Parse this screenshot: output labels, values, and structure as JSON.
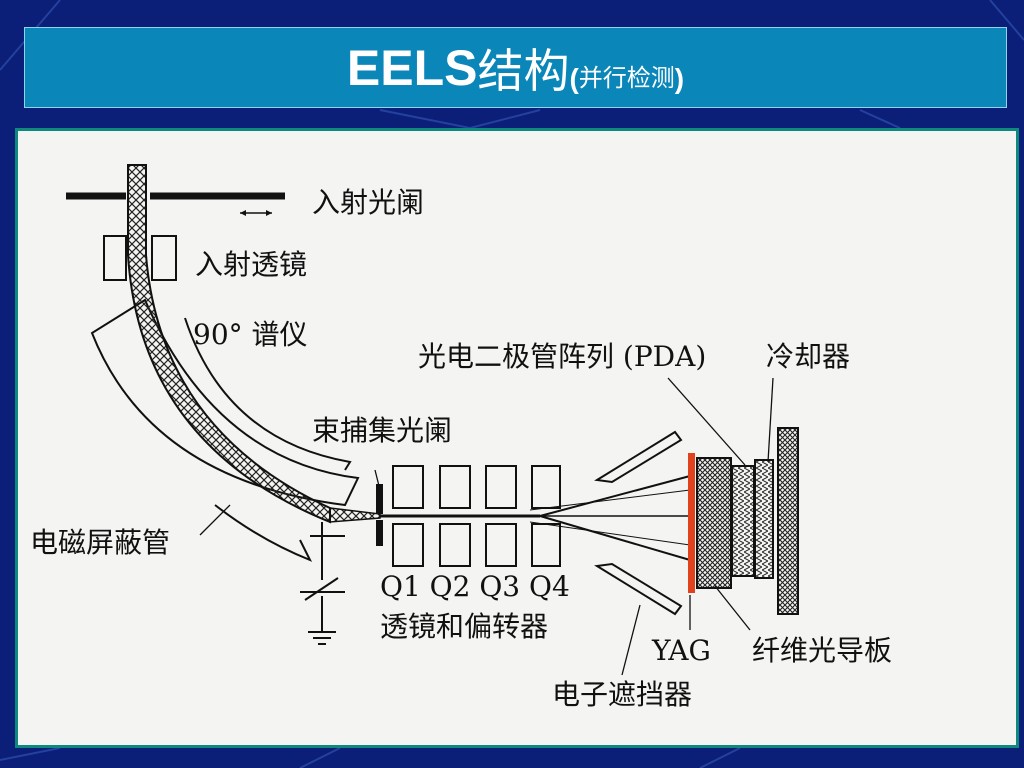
{
  "title": {
    "main": "EELS",
    "cn": "结构",
    "paren_open": "(",
    "sub": "并行检测",
    "paren_close": ")"
  },
  "diagram": {
    "labels": {
      "entrance_aperture": "入射光阑",
      "entrance_lens": "入射透镜",
      "spectrometer": "90° 谱仪",
      "pda_label": "光电二极管阵列 (PDA)",
      "cooler": "冷却器",
      "beam_aperture": "束捕集光阑",
      "shield_tube": "电磁屏蔽管",
      "q_labels": "Q1 Q2 Q3 Q4",
      "lens_deflector": "透镜和偏转器",
      "yag": "YAG",
      "fiber_plate": "纤维光导板",
      "electron_stop": "电子遮挡器"
    }
  },
  "colors": {
    "background": "#0b1e78",
    "title_bar": "#0a86b8",
    "panel_border": "#0d8a7d",
    "yag_bar": "#e0421e"
  }
}
